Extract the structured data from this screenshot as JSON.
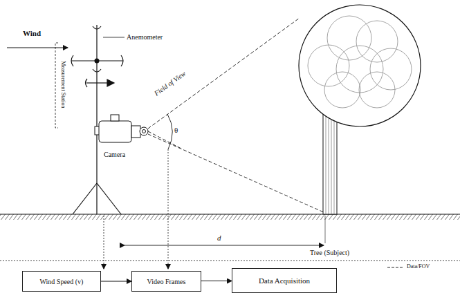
{
  "diagram": {
    "nodes": [
      {
        "text": [
          "Wind Speed (v)"
        ]
      },
      {
        "text": [
          "Video Frames"
        ]
      },
      {
        "text": [
          "Data Acquisition"
        ]
      }
    ],
    "edges": [
      {
        "from": 0,
        "to": 1,
        "arrow": "to"
      },
      {
        "from": 1,
        "to": 2,
        "arrow": "to"
      }
    ],
    "labels": [
      "Wind",
      "Anemometer",
      "Measurement Station",
      "Camera",
      "Field of View",
      "θ",
      "d",
      "Tree (Subject)"
    ],
    "legend": [
      {
        "text": "Data/FOV"
      }
    ]
  }
}
